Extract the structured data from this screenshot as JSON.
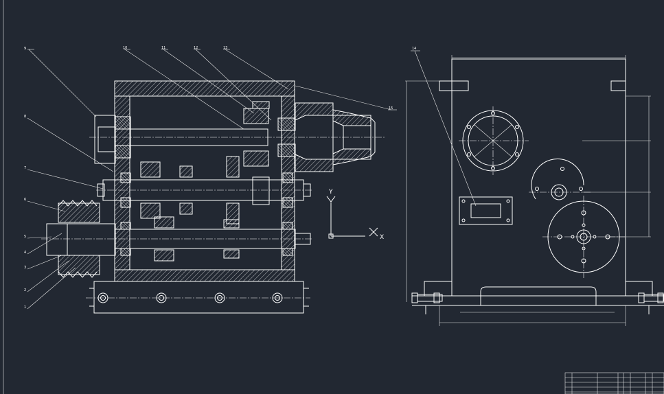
{
  "drawing": {
    "section_view": {
      "callouts": [
        "9",
        "10",
        "11",
        "12",
        "13",
        "8",
        "7",
        "6",
        "5",
        "4",
        "3",
        "2",
        "1",
        "15"
      ]
    },
    "end_view": {
      "callouts": [
        "14"
      ]
    },
    "ucs": {
      "y_label": "Y",
      "x_label": "X"
    }
  },
  "colors": {
    "background": "#222832",
    "lines": "#ffffff"
  }
}
